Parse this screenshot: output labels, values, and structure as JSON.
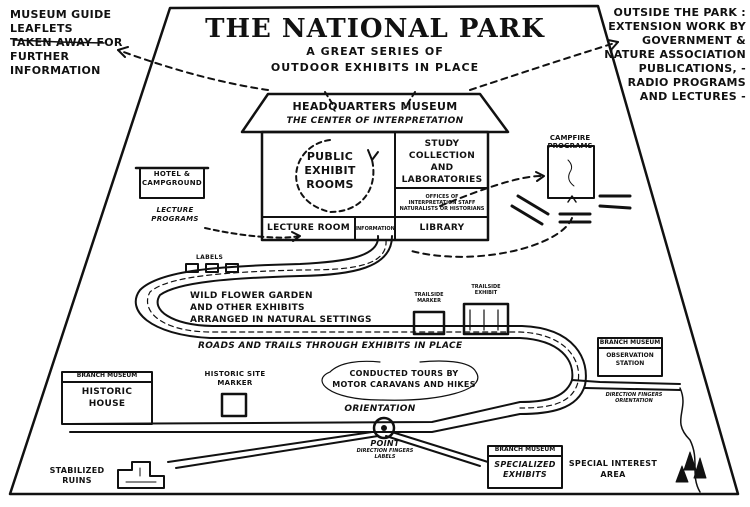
{
  "title": "THE NATIONAL PARK",
  "subtitle": "A GREAT SERIES OF\nOUTDOOR EXHIBITS IN PLACE",
  "leaflets_note": "MUSEUM GUIDE LEAFLETS\nTAKEN AWAY FOR\nFURTHER INFORMATION",
  "outside_note": "OUTSIDE THE PARK :\nEXTENSION WORK BY\nGOVERNMENT &\nNATURE ASSOCIATION\nPUBLICATIONS, -\nRADIO PROGRAMS\nAND LECTURES -",
  "hq": {
    "title": "HEADQUARTERS   MUSEUM",
    "subtitle": "THE CENTER OF INTERPRETATION",
    "public_exhibit": "PUBLIC\nEXHIBIT\nROOMS",
    "study": "STUDY\nCOLLECTION\nAND\nLABORATORIES",
    "offices": "OFFICES OF\nINTERPRETATION STAFF\nNATURALISTS OR HISTORIANS",
    "lecture_room": "LECTURE ROOM",
    "information": "INFORMATION",
    "library": "LIBRARY"
  },
  "campfire": "CAMPFIRE\nPROGRAMS",
  "hotel": "HOTEL &\nCAMPGROUND",
  "lecture_programs": "LECTURE\nPROGRAMS",
  "labels": "LABELS",
  "wildflower": "WILD FLOWER GARDEN\nAND OTHER EXHIBITS\nARRANGED IN NATURAL SETTINGS",
  "trailside_marker": "TRAILSIDE\nMARKER",
  "trailside_exhibit": "TRAILSIDE\nEXHIBIT",
  "roads_trails": "ROADS  AND  TRAILS  THROUGH  EXHIBITS  IN  PLACE",
  "branch_museum": "BRANCH MUSEUM",
  "observation_station": "OBSERVATION\nSTATION",
  "direction_fingers_orientation": "DIRECTION FINGERS\nORIENTATION",
  "historic_house": "HISTORIC\nHOUSE",
  "historic_site_marker": "HISTORIC SITE\nMARKER",
  "conducted_tours": "CONDUCTED TOURS BY\nMOTOR CARAVANS AND HIKES",
  "orientation": "ORIENTATION",
  "point": "POINT",
  "direction_fingers_labels": "DIRECTION FINGERS\nLABELS",
  "specialized_exhibits": "SPECIALIZED\nEXHIBITS",
  "special_interest": "SPECIAL INTEREST\nAREA",
  "stabilized_ruins": "STABILIZED\nRUINS"
}
